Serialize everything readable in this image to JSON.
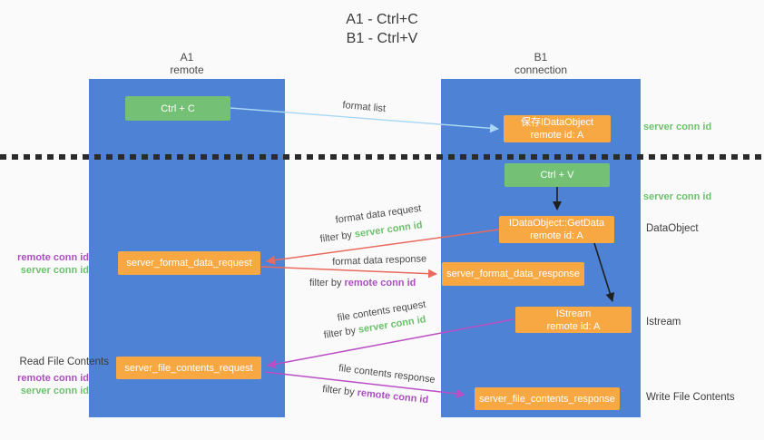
{
  "title": {
    "line1": "A1 - Ctrl+C",
    "line2": "B1 - Ctrl+V"
  },
  "lanes": {
    "left": {
      "name": "A1",
      "role": "remote"
    },
    "right": {
      "name": "B1",
      "role": "connection"
    }
  },
  "nodes": {
    "ctrl_c": "Ctrl + C",
    "ctrl_v": "Ctrl + V",
    "save_dataobject": {
      "line1": "保存IDataObject",
      "line2": "remote id: A"
    },
    "getdata": {
      "line1": "IDataObject::GetData",
      "line2": "remote id: A"
    },
    "istream": {
      "line1": "IStream",
      "line2": "remote id: A"
    },
    "format_data_request_box": "server_format_data_request",
    "format_data_response_box": "server_format_data_response",
    "file_contents_request_box": "server_file_contents_request",
    "file_contents_response_box": "server_file_contents_response"
  },
  "arrow_labels": {
    "format_list": "format list",
    "format_data_request": "format data request",
    "format_data_response": "format data response",
    "file_contents_request": "file contents request",
    "file_contents_response": "file contents response",
    "filter_by": "filter by "
  },
  "side_labels": {
    "server_conn_id": "server conn id",
    "remote_conn_id": "remote conn id",
    "dataobject": "DataObject",
    "istream": "Istream",
    "read_file_contents": "Read File Contents",
    "write_file_contents": "Write File Contents"
  },
  "colors": {
    "lane_blue": "#4e82d4",
    "node_orange": "#f7a843",
    "node_green": "#74c176",
    "conn_green": "#6cc16c",
    "conn_purple": "#ab4fc0",
    "arrow_blue": "#a9d7f5",
    "arrow_red": "#e96a5f",
    "arrow_purple": "#bb4dc4",
    "arrow_black": "#1f1f1f"
  }
}
